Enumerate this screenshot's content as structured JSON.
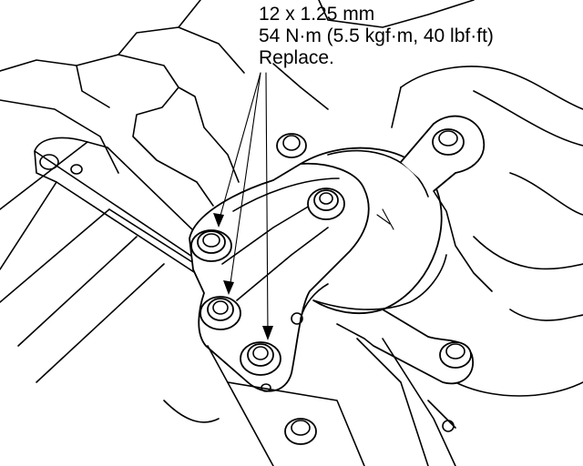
{
  "callout": {
    "line1": "12 x 1.25 mm",
    "line2": "54 N·m (5.5 kgf·m, 40 lbf·ft)",
    "line3": "Replace."
  },
  "colors": {
    "ink": "#000000",
    "paper": "#ffffff"
  }
}
